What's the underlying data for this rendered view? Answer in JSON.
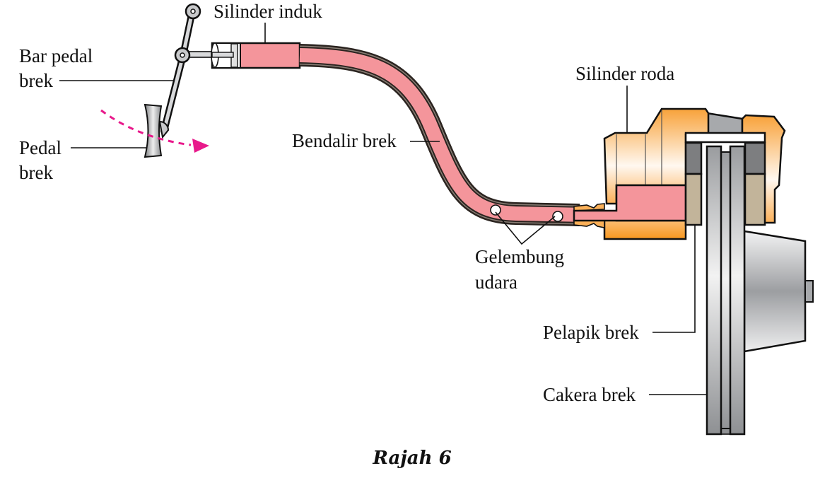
{
  "figure": {
    "caption": "Rajah 6",
    "title": "Brake hydraulic system diagram"
  },
  "labels": {
    "bar_pedal_line1": "Bar pedal",
    "bar_pedal_line2": "brek",
    "pedal_line1": "Pedal",
    "pedal_line2": "brek",
    "master_cylinder": "Silinder induk",
    "brake_fluid": "Bendalir brek",
    "air_bubbles_line1": "Gelembung",
    "air_bubbles_line2": "udara",
    "wheel_cylinder": "Silinder roda",
    "brake_pad": "Pelapik brek",
    "brake_disc": "Cakera brek"
  },
  "colors": {
    "fluid": "#f4959b",
    "caliper": "#f8a23a",
    "caliper_light": "#fff8f0",
    "pad_top": "#7d7e80",
    "pad_lining": "#c2b49a",
    "metal": "#a7a9ac",
    "metal_light": "#f2f2f2",
    "arrow": "#e8198b",
    "hose_outer": "#2b2420"
  }
}
